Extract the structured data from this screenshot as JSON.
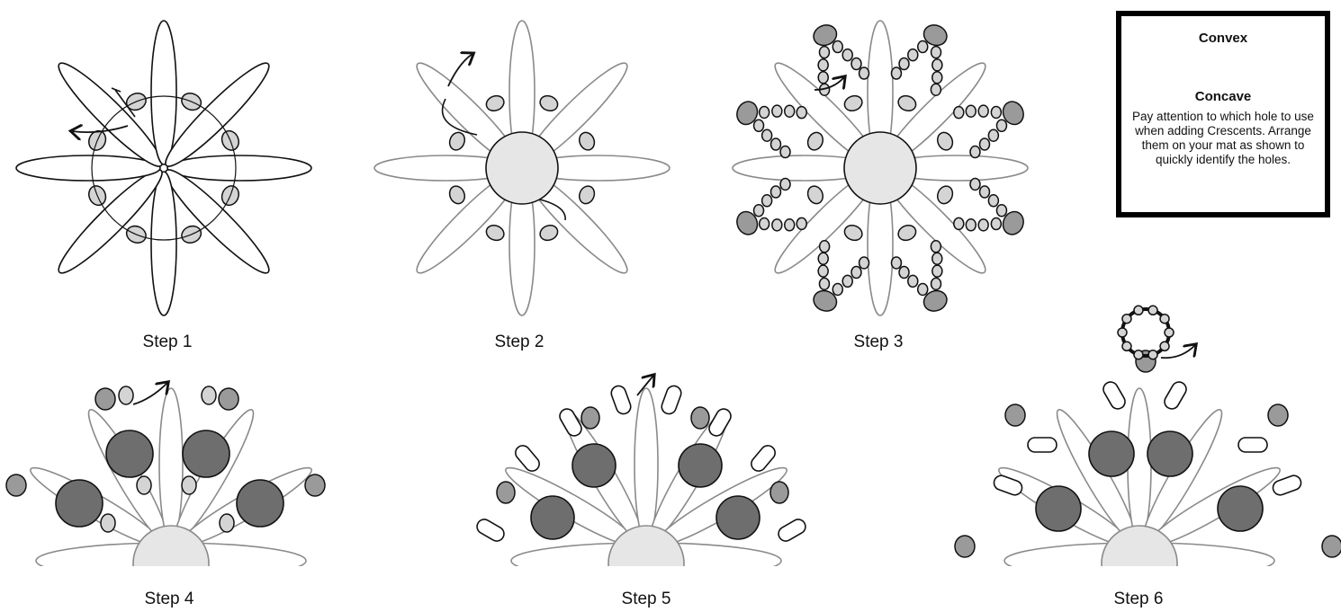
{
  "steps": [
    {
      "label": "Step 1"
    },
    {
      "label": "Step 2"
    },
    {
      "label": "Step 3"
    },
    {
      "label": "Step 4"
    },
    {
      "label": "Step 5"
    },
    {
      "label": "Step 6"
    }
  ],
  "info_box": {
    "convex_label": "Convex",
    "concave_label": "Concave",
    "note": "Pay attention to which hole to use when adding Crescents. Arrange them on your mat as shown to quickly identify the holes."
  },
  "colors": {
    "outline": "#111111",
    "petal_gray": "#8a8a8a",
    "bead_light": "#d4d4d4",
    "bead_dark": "#6e6e6e",
    "bead_mid": "#9a9a9a",
    "center": "#e6e6e6"
  }
}
